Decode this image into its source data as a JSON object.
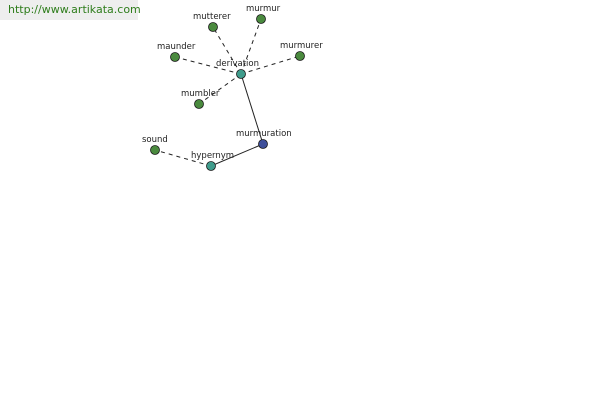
{
  "site_url": "http://www.artikata.com",
  "colors": {
    "word_node": "#4a8a3e",
    "relation_node": "#3f9c8c",
    "center_node": "#3e4f9a",
    "url_text": "#2e7d1b",
    "url_bg": "#eeeeee"
  },
  "nodes": [
    {
      "id": "mutterer",
      "label": "mutterer",
      "kind": "word"
    },
    {
      "id": "murmur",
      "label": "murmur",
      "kind": "word"
    },
    {
      "id": "maunder",
      "label": "maunder",
      "kind": "word"
    },
    {
      "id": "derivation",
      "label": "derivation",
      "kind": "relation"
    },
    {
      "id": "murmurer",
      "label": "murmurer",
      "kind": "word"
    },
    {
      "id": "mumbler",
      "label": "mumbler",
      "kind": "word"
    },
    {
      "id": "murmuration",
      "label": "murmuration",
      "kind": "center"
    },
    {
      "id": "sound",
      "label": "sound",
      "kind": "word"
    },
    {
      "id": "hypernym",
      "label": "hypernym",
      "kind": "relation"
    }
  ],
  "edges": [
    {
      "from": "derivation",
      "to": "mutterer",
      "style": "dashed"
    },
    {
      "from": "derivation",
      "to": "murmur",
      "style": "dashed"
    },
    {
      "from": "derivation",
      "to": "maunder",
      "style": "dashed"
    },
    {
      "from": "derivation",
      "to": "murmurer",
      "style": "dashed"
    },
    {
      "from": "derivation",
      "to": "mumbler",
      "style": "dashed"
    },
    {
      "from": "murmuration",
      "to": "derivation",
      "style": "solid"
    },
    {
      "from": "murmuration",
      "to": "hypernym",
      "style": "solid"
    },
    {
      "from": "hypernym",
      "to": "sound",
      "style": "dashed"
    }
  ]
}
